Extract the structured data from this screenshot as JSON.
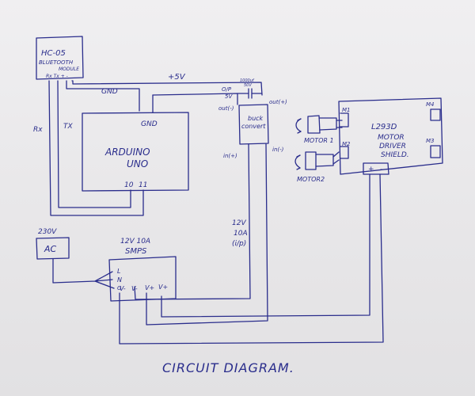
{
  "labels": {
    "bt_name": "HC-05",
    "bt_sub": "BLUETOOTH",
    "bt_module": "MODULE",
    "bt_pins": "Rx Tx + -",
    "plus5v": "+5V",
    "gnd_top": "GND",
    "gnd_uno": "GND",
    "arduino": "ARDUINO",
    "uno": "UNO",
    "pin10": "10",
    "pin11": "11",
    "rx": "Rx",
    "tx": "TX",
    "op5v": "O/P",
    "op5v_b": "5V",
    "cap_label": "1000uf",
    "cap_label2": "50V",
    "out_minus": "out(-)",
    "out_plus": "out(+)",
    "buck1": "buck",
    "buck2": "convert",
    "in_minus": "in(-)",
    "in_plus": "in(+)",
    "motor1": "MOTOR 1",
    "motor2": "MOTOR2",
    "m1": "M1",
    "m2": "M2",
    "m4": "M4",
    "m3": "M3",
    "l293d": "L293D",
    "motor_word": "MOTOR",
    "driver": "DRIVER",
    "shield": "SHIELD.",
    "shield_plus": "+",
    "shield_minus": "-",
    "v12": "12V",
    "a10": "10A",
    "ip": "(i/p)",
    "ac_volt": "230V",
    "ac": "AC",
    "smps1": "12V 10A",
    "smps2": "SMPS",
    "L": "L",
    "N": "N",
    "G": "G",
    "vminus1": "V-",
    "vminus2": "V-",
    "vplus1": "V+",
    "vplus2": "V+",
    "title": "CIRCUIT DIAGRAM."
  },
  "colors": {
    "ink": "#2a2d8c",
    "paper": "#ebeaec"
  }
}
